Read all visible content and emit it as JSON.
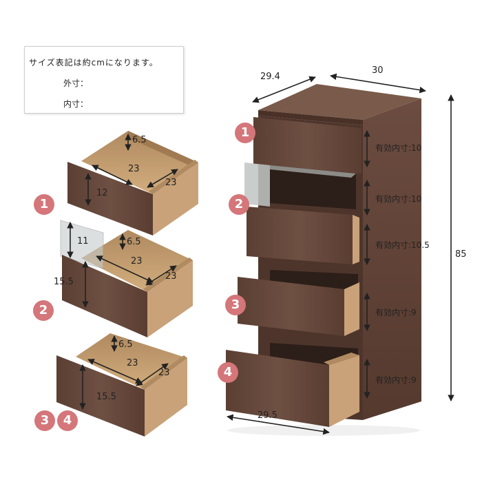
{
  "legend": {
    "title": "サイズ表記は約cmになります。",
    "outer_label": "外寸：",
    "inner_label": "内寸："
  },
  "chest": {
    "depth": "29.4",
    "width": "30",
    "height": "85",
    "drawer_width": "29.5",
    "effective_depths": [
      "有効内寸:10",
      "有効内寸:10",
      "有効内寸:10.5",
      "有効内寸:9",
      "有効内寸:9"
    ],
    "drawer_badges": [
      "1",
      "2",
      "3",
      "4"
    ]
  },
  "drawer1": {
    "badge": "1",
    "inner_height": "6.5",
    "inner_depth": "23",
    "inner_width": "23",
    "outer_height": "12"
  },
  "drawer2": {
    "badge": "2",
    "glass_height": "11",
    "inner_height": "6.5",
    "inner_depth": "23",
    "inner_width": "23",
    "outer_height": "15.5"
  },
  "drawer34": {
    "badges": [
      "3",
      "4"
    ],
    "inner_height": "6.5",
    "inner_depth": "23",
    "inner_width": "23",
    "outer_height": "15.5"
  },
  "colors": {
    "wood_dark": "#5a3e33",
    "wood_mid": "#6b4a3d",
    "wood_inner": "#c19a6b",
    "badge": "#d4767a"
  }
}
